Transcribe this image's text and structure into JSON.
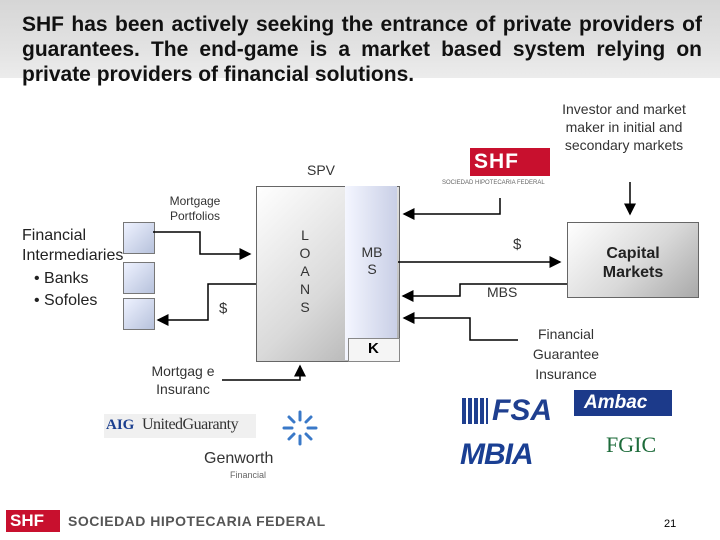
{
  "title": "SHF has been actively seeking the entrance of private providers of guarantees. The end-game is a market based system relying on private providers of financial solutions.",
  "diagram": {
    "investor_label": "Investor and market maker in initial and secondary markets",
    "spv_label": "SPV",
    "mortgage_portfolios_label": "Mortgage Portfolios",
    "financial_intermediaries_label": "Financial Intermediaries",
    "intermediaries": [
      "Banks",
      "Sofoles"
    ],
    "dollar_left": "$",
    "loans_letters": [
      "L",
      "O",
      "A",
      "N",
      "S"
    ],
    "mbs_box": "MB S",
    "k_label": "K",
    "dollar_right": "$",
    "mbs_label": "MBS",
    "capital_markets_label": "Capital Markets",
    "mortgage_insurance_label": "Mortgag e Insuranc",
    "financial_guarantee_label": "Financial Guarantee Insurance"
  },
  "logos": {
    "shf": "SHF",
    "shf_subtitle": "SOCIEDAD HIPOTECARIA FEDERAL",
    "aig": "AIG",
    "united_guaranty": "UnitedGuaranty",
    "genworth": "Genworth",
    "genworth_sub": "Financial",
    "fsa": "FSA",
    "ambac": "Ambac",
    "mbia": "MBIA",
    "fgic": "FGIC"
  },
  "footer": {
    "brand": "SHF",
    "brand_name": "SOCIEDAD HIPOTECARIA FEDERAL",
    "page_number": "21"
  },
  "colors": {
    "shf_red": "#c8102e",
    "fsa_blue": "#1f3f8f",
    "ambac_blue": "#1c3a8a",
    "mbia_blue": "#1a3f93",
    "fgic_green": "#1d6b3a"
  }
}
